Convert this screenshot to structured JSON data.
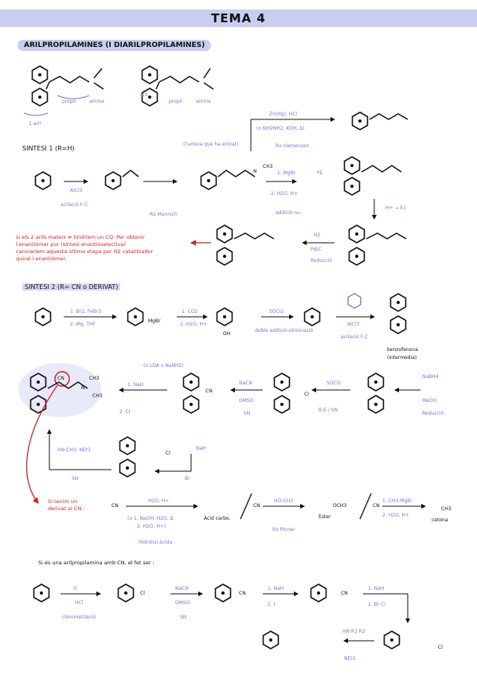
{
  "title": "TEMA 4",
  "section_title": "ARILPROPILAMINES (I DIARILPROPILAMINES)",
  "section_labels": {
    "aril": "aril",
    "propil": "propil",
    "amina": "amina",
    "one_aril": "1 aril"
  },
  "sintesi1": {
    "header": "SINTESI 1 (R=H)",
    "fc_reagent": "AlCl3",
    "fc_label": "acilació F-C",
    "mannich_note": "(l'amina que ha entrat)",
    "mannich_label": "Rx Mannich",
    "grignard_reagent": "1. MgBr",
    "grignard_step2": "2. H2O, H+",
    "grignard_label": "addició nu",
    "clemmensen_reagent": "Zn(Hg), HCl",
    "clemmensen_cond": "(o NH2NH2, KOH, Δ)",
    "clemmensen_label": "Rx clemensen",
    "elim_reagent": "H+ → E1",
    "h2_reagent": "H2",
    "h2_cat": "Pd/C",
    "h2_label": "Reducció",
    "note_lines": [
      "si els 2 arils mateix ≠ tindríem un CQ. Per obtenir",
      "l'enantiòmer pur (síntesi enantioselectiva)",
      "canviaríem aquesta última etapa per H2 catalitzador",
      "quiral i enantiòmer."
    ],
    "marker": "*1",
    "amine": "CH3",
    "amine_N": "N"
  },
  "sintesi2": {
    "header": "SINTESI 2 (R= CN o DERIVAT)",
    "step1_a": "1. Br2, FeBr3",
    "step1_b": "2. Mg, THF",
    "grignard": "MgBr",
    "co2_a": "1. CO2",
    "co2_b": "2. H2O, H+",
    "acid": "OH",
    "socl2": "SOCl2",
    "socl2_label": "doble addició-eliminació",
    "alcl3": "AlCl3",
    "fc_label": "acilació F-C",
    "benzo_line1": "benzofenona",
    "benzo_line2": "(intermedia)",
    "nabh4": "NaBH4",
    "meoh": "MeOH",
    "red_label": "Reducció",
    "socl2_b": "SOCl2",
    "sn1_label": "R-E / SN",
    "nacn": "NaCN",
    "dmso": "DMSO",
    "sn_label": "SN",
    "nanh2": "(o LDA o NaNH2)",
    "alk_a": "1. NaH",
    "alk_b": "2. Cl",
    "cn_label": "CN",
    "amine_reagent": "HN-CH3, NEt3",
    "nah": "NaH",
    "br_label": "Br",
    "cl_label": "Cl",
    "sn_label2": "SN"
  },
  "derivats": {
    "note_line1": "Si tenim un",
    "note_line2": "derivat al CN :",
    "hyd_reagent": "H2O, H+",
    "hyd_alt": "(o 1. NaOH, H2O, Δ",
    "hyd_alt2": "2. H2O, H+)",
    "hyd_label": "Hidròlisi àcida",
    "acid_label": "Àcid carbo.",
    "pinner_reagent": "HO-CH3",
    "pinner_label": "Rx Pinner",
    "ester_label": "Èster",
    "ester_group": "OCH3",
    "ketone_a": "1. CH3-MgBr",
    "ketone_b": "2. H2O, H+",
    "ketone_label": "cetona",
    "ketone_group": "CH3"
  },
  "monoaril": {
    "intro": "Si és una arilpropilamina amb CN, el fet ser :",
    "ccl_reagent": "HCl",
    "ccl_label": "clorometilació",
    "ccl_o": "O",
    "nacn": "NaCN",
    "dmso": "DMSO",
    "sn": "SN",
    "methyl_a": "1. NaH",
    "methyl_b": "2. I",
    "nah_a": "1. NaH",
    "nah_b": "2. Br Cl",
    "amine": "HN R1 R2",
    "net3": "NEt3",
    "cn": "CN",
    "cl": "Cl"
  },
  "colors": {
    "accent": "#6f79d6",
    "highlight": "#c9cdf2",
    "red": "#d02222"
  }
}
